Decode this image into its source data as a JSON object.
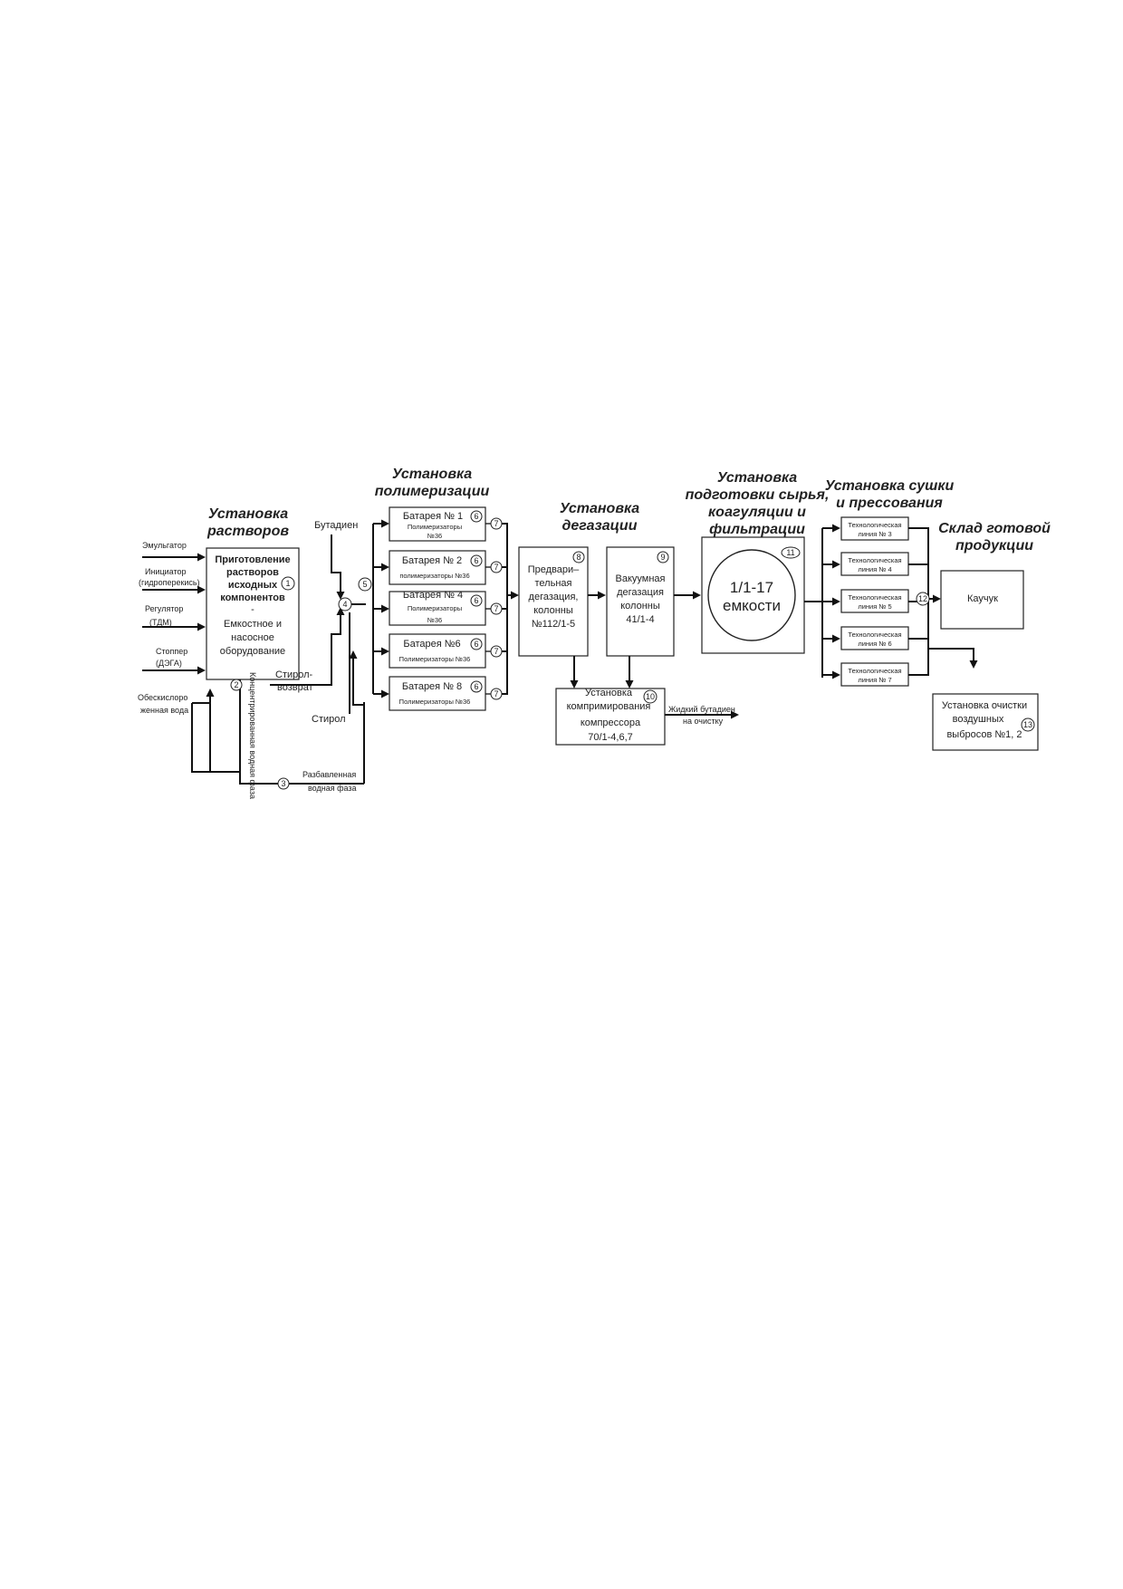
{
  "headers": {
    "solutions": [
      "Установка",
      "растворов"
    ],
    "polymerization": [
      "Установка",
      "полимеризации"
    ],
    "degassing": [
      "Установка",
      "дегазации"
    ],
    "preparation": [
      "Установка",
      "подготовки сырья,",
      "коагуляции и",
      "фильтрации"
    ],
    "drying": [
      "Установка сушки",
      "и прессования"
    ],
    "warehouse": [
      "Склад готовой",
      "продукции"
    ]
  },
  "inputs": {
    "emulsifier": "Эмульгатор",
    "initiator": [
      "Инициатор",
      "(гидроперекись)"
    ],
    "regulator": [
      "Регулятор",
      "(ТДМ)"
    ],
    "stopper": [
      "Стоппер",
      "(ДЭГА)"
    ],
    "water": [
      "Обескислоро",
      "женная вода"
    ]
  },
  "solutions_box": {
    "title": [
      "Приготовление",
      "растворов",
      "исходных",
      "компонентов"
    ],
    "dash": "-",
    "subtitle": [
      "Емкостное и",
      "насосное",
      "оборудование"
    ],
    "num": "1"
  },
  "streams": {
    "butadiene": "Бутадиен",
    "styrene_return": [
      "Стирол-",
      "возврат"
    ],
    "styrene": "Стирол",
    "concentrated_phase": "Концентрированная водная фаза",
    "diluted_phase": [
      "Разбавленная",
      "водная фаза"
    ],
    "liquid_butadiene": [
      "Жидкий бутадиен",
      "на очистку"
    ]
  },
  "node_nums": {
    "concentrated": "2",
    "diluted": "3",
    "mix_a": "4",
    "mix_b": "5",
    "drying_in": "12"
  },
  "batteries": [
    {
      "name": "Батарея № 1",
      "sub": [
        "Полимеризаторы",
        "№36"
      ],
      "num": "6",
      "out": "7"
    },
    {
      "name": "Батарея № 2",
      "sub": [
        "полимеризаторы №36"
      ],
      "num": "6",
      "out": "7"
    },
    {
      "name": "Батарея № 4",
      "sub": [
        "Полимеризаторы",
        "№36"
      ],
      "num": "6",
      "out": "7"
    },
    {
      "name": "Батарея №6",
      "sub": [
        "Полимеризаторы №36"
      ],
      "num": "6",
      "out": "7"
    },
    {
      "name": "Батарея № 8",
      "sub": [
        "Полимеризаторы №36"
      ],
      "num": "6",
      "out": "7"
    }
  ],
  "pre_degassing": {
    "lines": [
      "Предвари–",
      "тельная",
      "дегазация,",
      "колонны",
      "№112/1-5"
    ],
    "num": "8"
  },
  "vacuum_degassing": {
    "lines": [
      "Вакуумная",
      "дегазация",
      "колонны",
      "41/1-4"
    ],
    "num": "9"
  },
  "compressor": {
    "lines": [
      "Установка",
      "компримирования",
      "компрессора",
      "70/1-4,6,7"
    ],
    "num": "10"
  },
  "tanks": {
    "lines": [
      "1/1-17",
      "емкости"
    ],
    "num": "11"
  },
  "tech_lines": [
    [
      "Технологическая",
      "линия № 3"
    ],
    [
      "Технологическая",
      "линия № 4"
    ],
    [
      "Технологическая",
      "линия № 5"
    ],
    [
      "Технологическая",
      "линия № 6"
    ],
    [
      "Технологическая",
      "линия № 7"
    ]
  ],
  "rubber": "Каучук",
  "air_cleaning": {
    "lines": [
      "Установка очистки",
      "воздушных",
      "выбросов №1, 2"
    ],
    "num": "13"
  }
}
